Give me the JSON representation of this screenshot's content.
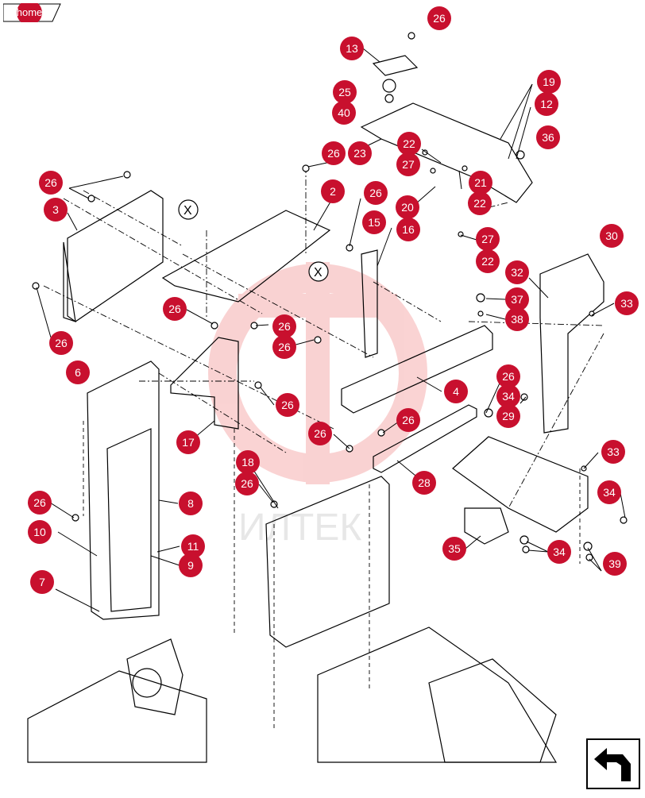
{
  "home": {
    "label": "home"
  },
  "callouts": [
    {
      "label": "26"
    },
    {
      "label": "13"
    },
    {
      "label": "25"
    },
    {
      "label": "40"
    },
    {
      "label": "19"
    },
    {
      "label": "12"
    },
    {
      "label": "36"
    },
    {
      "label": "23"
    },
    {
      "label": "22"
    },
    {
      "label": "27"
    },
    {
      "label": "21"
    },
    {
      "label": "22"
    },
    {
      "label": "26"
    },
    {
      "label": "2"
    },
    {
      "label": "26"
    },
    {
      "label": "3"
    },
    {
      "label": "26"
    },
    {
      "label": "15"
    },
    {
      "label": "16"
    },
    {
      "label": "20"
    },
    {
      "label": "27"
    },
    {
      "label": "22"
    },
    {
      "label": "30"
    },
    {
      "label": "32"
    },
    {
      "label": "37"
    },
    {
      "label": "33"
    },
    {
      "label": "38"
    },
    {
      "label": "26"
    },
    {
      "label": "26"
    },
    {
      "label": "26"
    },
    {
      "label": "26"
    },
    {
      "label": "6"
    },
    {
      "label": "4"
    },
    {
      "label": "26"
    },
    {
      "label": "34"
    },
    {
      "label": "29"
    },
    {
      "label": "26"
    },
    {
      "label": "17"
    },
    {
      "label": "26"
    },
    {
      "label": "26"
    },
    {
      "label": "33"
    },
    {
      "label": "18"
    },
    {
      "label": "28"
    },
    {
      "label": "26"
    },
    {
      "label": "8"
    },
    {
      "label": "34"
    },
    {
      "label": "26"
    },
    {
      "label": "10"
    },
    {
      "label": "11"
    },
    {
      "label": "9"
    },
    {
      "label": "35"
    },
    {
      "label": "34"
    },
    {
      "label": "39"
    },
    {
      "label": "7"
    }
  ],
  "markers": [
    {
      "label": "X"
    },
    {
      "label": "X"
    }
  ],
  "watermark": {
    "text": "ИЛТЕК"
  },
  "colors": {
    "callout": "#c8102e",
    "watermark": "#f3a0a0"
  },
  "nav": {
    "icon": "back-arrow-icon"
  }
}
